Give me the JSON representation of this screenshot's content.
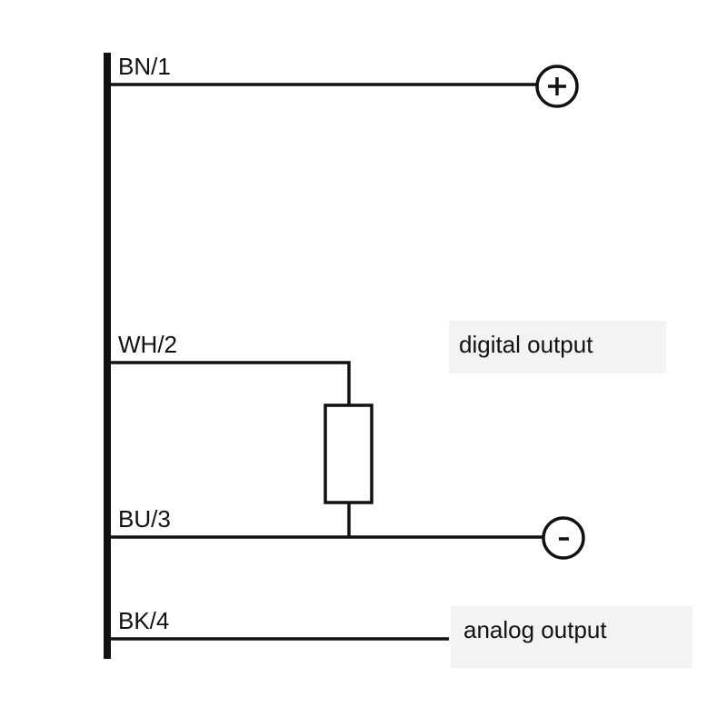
{
  "wires": [
    {
      "label": "BN/1",
      "terminal": "+"
    },
    {
      "label": "WH/2"
    },
    {
      "label": "BU/3",
      "terminal": "-"
    },
    {
      "label": "BK/4"
    }
  ],
  "annotations": {
    "digital": "digital output",
    "analog": "analog output"
  },
  "colors": {
    "line": "#111111",
    "label_box": "#f3f3f3"
  }
}
